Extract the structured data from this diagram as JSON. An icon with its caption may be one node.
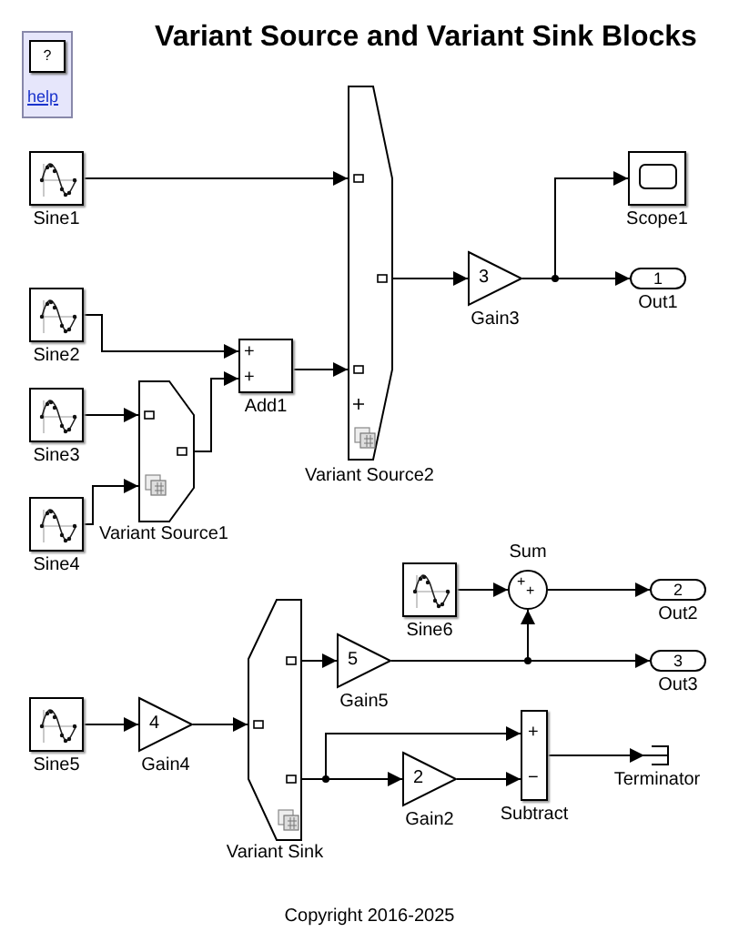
{
  "diagram": {
    "title": "Variant Source and Variant Sink Blocks",
    "caption": "Copyright 2016-2025",
    "nodes": [
      {
        "text": [
          "?",
          "help"
        ]
      },
      {
        "text": [],
        "shape": "box",
        "beside": [
          "Sine1"
        ]
      },
      {
        "text": [],
        "shape": "box",
        "beside": [
          "Variant Source2"
        ]
      },
      {
        "text": [],
        "shape": "box",
        "beside": [
          "Scope1"
        ]
      },
      {
        "text": [],
        "shape": "box",
        "beside": [
          "Sine2"
        ]
      },
      {
        "text": [
          "+",
          "+"
        ],
        "beside": [
          "Add1"
        ]
      },
      {
        "text": [
          "3"
        ],
        "beside": [
          "Gain3"
        ]
      },
      {
        "text": [
          "1"
        ],
        "beside": [
          "Out1"
        ]
      },
      {
        "text": [],
        "shape": "box",
        "beside": [
          "Sine3"
        ]
      },
      {
        "text": [],
        "shape": "box",
        "beside": [
          "Variant Source1"
        ]
      },
      {
        "text": [],
        "shape": "box",
        "beside": [
          "Sine4"
        ]
      },
      {
        "text": [],
        "shape": "box",
        "beside": [
          "Sine6"
        ]
      },
      {
        "text": [
          "+",
          "+"
        ],
        "beside": [
          "Sum"
        ]
      },
      {
        "text": [
          "2"
        ],
        "beside": [
          "Out2"
        ]
      },
      {
        "text": [
          "5"
        ],
        "beside": [
          "Gain5"
        ]
      },
      {
        "text": [
          "3"
        ],
        "beside": [
          "Out3"
        ]
      },
      {
        "text": [],
        "shape": "box",
        "beside": [
          "Sine5"
        ]
      },
      {
        "text": [
          "4"
        ],
        "beside": [
          "Gain4"
        ]
      },
      {
        "text": [],
        "shape": "box",
        "beside": [
          "Variant Sink"
        ]
      },
      {
        "text": [
          "+",
          "−"
        ],
        "beside": [
          "Subtract"
        ]
      },
      {
        "text": [
          "2"
        ],
        "beside": [
          "Gain2"
        ]
      },
      {
        "text": [],
        "shape": "bracket",
        "beside": [
          "Terminator"
        ]
      }
    ],
    "edges": [
      {
        "from": 1,
        "to": 2,
        "arrow": "to"
      },
      {
        "from": 4,
        "to": 5,
        "arrow": "to"
      },
      {
        "from": 8,
        "to": 9,
        "arrow": "to"
      },
      {
        "from": 10,
        "to": 9,
        "arrow": "to"
      },
      {
        "from": 9,
        "to": 5,
        "arrow": "to"
      },
      {
        "from": 5,
        "to": 2,
        "arrow": "to"
      },
      {
        "from": 2,
        "to": 6,
        "arrow": "to"
      },
      {
        "from": 6,
        "to": 3,
        "arrow": "to"
      },
      {
        "from": 6,
        "to": 7,
        "arrow": "to"
      },
      {
        "from": 11,
        "to": 12,
        "arrow": "to"
      },
      {
        "from": 14,
        "to": 12,
        "arrow": "to"
      },
      {
        "from": 14,
        "to": 15,
        "arrow": "to"
      },
      {
        "from": 12,
        "to": 13,
        "arrow": "to"
      },
      {
        "from": 16,
        "to": 17,
        "arrow": "to"
      },
      {
        "from": 17,
        "to": 18,
        "arrow": "to"
      },
      {
        "from": 18,
        "to": 14,
        "arrow": "to"
      },
      {
        "from": 18,
        "to": 19,
        "arrow": "to"
      },
      {
        "from": 18,
        "to": 20,
        "arrow": "to"
      },
      {
        "from": 20,
        "to": 19,
        "arrow": "to"
      },
      {
        "from": 19,
        "to": 21,
        "arrow": "to"
      }
    ]
  }
}
